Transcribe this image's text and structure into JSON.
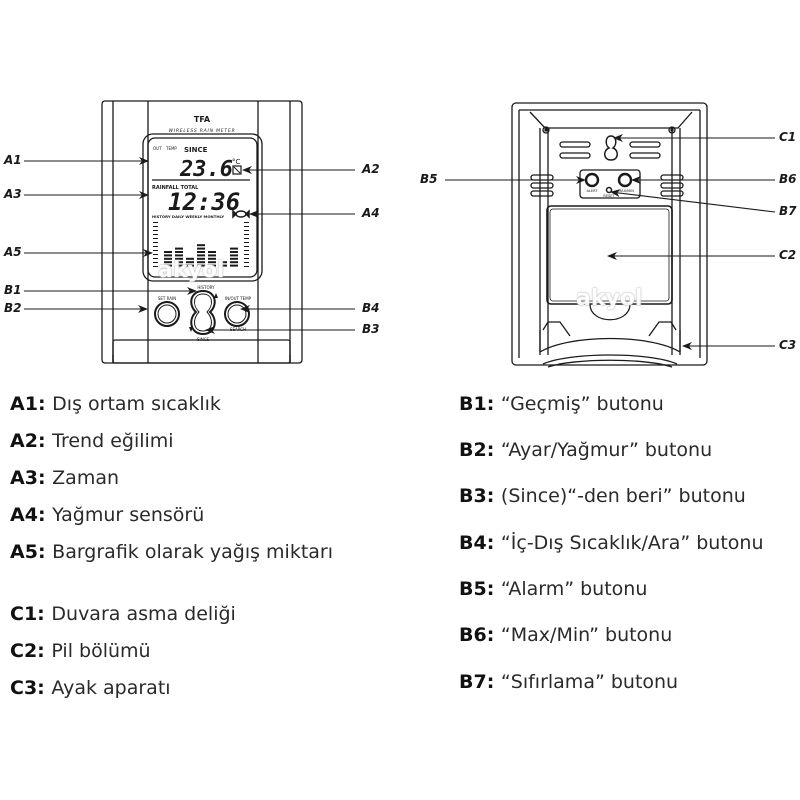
{
  "front_view": {
    "brand": "TFA",
    "subtitle": "WIRELESS RAIN METER",
    "lcd": {
      "out_label": "OUT",
      "temp_label": "TEMP",
      "since_label": "SINCE",
      "temperature": "23.6",
      "unit": "°C",
      "rainfall_total_label": "RAINFALL TOTAL",
      "time": "12:36",
      "history_labels": "HISTORY DAILY WEEKLY MONTHLY"
    },
    "buttons": {
      "set_rain": "SET RAIN",
      "history": "HISTORY",
      "in_out_temp": "IN/OUT TEMP",
      "search": "SEARCH",
      "since": "SINCE"
    },
    "callouts": [
      "A1",
      "A2",
      "A3",
      "A4",
      "A5",
      "B1",
      "B2",
      "B3",
      "B4"
    ]
  },
  "back_view": {
    "buttons": {
      "alarm": "ALERT",
      "max_min": "MAX/MIN",
      "reset": "RESET"
    },
    "callouts": [
      "C1",
      "B5",
      "B6",
      "B7",
      "C2",
      "C3"
    ]
  },
  "watermark": "akyol",
  "legend_left": [
    {
      "code": "A1",
      "text": "Dış ortam sıcaklık"
    },
    {
      "code": "A2",
      "text": "Trend eğilimi"
    },
    {
      "code": "A3",
      "text": "Zaman"
    },
    {
      "code": "A4",
      "text": "Yağmur sensörü"
    },
    {
      "code": "A5",
      "text": "Bargrafik olarak yağış miktarı"
    },
    {
      "code": "C1",
      "text": "Duvara asma deliği"
    },
    {
      "code": "C2",
      "text": "Pil bölümü"
    },
    {
      "code": "C3",
      "text": "Ayak aparatı"
    }
  ],
  "legend_right": [
    {
      "code": "B1",
      "text": "“Geçmiş” butonu"
    },
    {
      "code": "B2",
      "text": "“Ayar/Yağmur” butonu"
    },
    {
      "code": "B3",
      "text": "(Since)“-den beri” butonu"
    },
    {
      "code": "B4",
      "text": "“İç-Dış Sıcaklık/Ara” butonu"
    },
    {
      "code": "B5",
      "text": "“Alarm” butonu"
    },
    {
      "code": "B6",
      "text": "“Max/Min” butonu"
    },
    {
      "code": "B7",
      "text": "“Sıfırlama” butonu"
    }
  ],
  "colors": {
    "line": "#1a1a1a",
    "background": "#ffffff",
    "text": "#2a2a2a"
  }
}
